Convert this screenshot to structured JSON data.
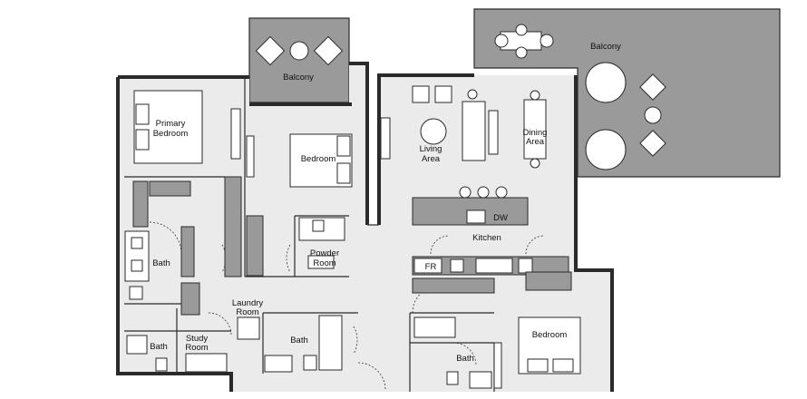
{
  "plan": {
    "rooms": {
      "balcony_left": "Balcony",
      "balcony_right": "Balcony",
      "primary_bedroom_line1": "Primary",
      "primary_bedroom_line2": "Bedroom",
      "bedroom_center": "Bedroom",
      "living_line1": "Living",
      "living_line2": "Area",
      "dining_line1": "Dining",
      "dining_line2": "Area",
      "kitchen": "Kitchen",
      "powder_line1": "Powder",
      "powder_line2": "Room",
      "bath_left": "Bath",
      "laundry_line1": "Laundry",
      "laundry_line2": "Room",
      "bath_lower_left": "Bath",
      "study_line1": "Study",
      "study_line2": "Room",
      "bath_center": "Bath",
      "bedroom_right": "Bedroom",
      "bath_right": "Bath"
    },
    "appliances": {
      "dishwasher": "DW",
      "fridge": "FR"
    }
  }
}
